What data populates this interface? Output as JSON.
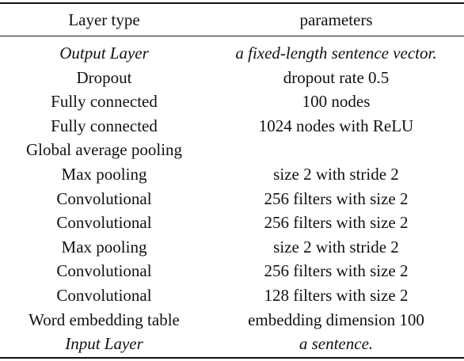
{
  "table": {
    "headers": [
      "Layer type",
      "parameters"
    ],
    "rows": [
      {
        "layer": "Output Layer",
        "params": "a fixed-length sentence vector.",
        "italic": true
      },
      {
        "layer": "Dropout",
        "params": "dropout rate 0.5",
        "italic": false
      },
      {
        "layer": "Fully connected",
        "params": "100 nodes",
        "italic": false
      },
      {
        "layer": "Fully connected",
        "params": "1024 nodes with ReLU",
        "italic": false
      },
      {
        "layer": "Global average pooling",
        "params": "",
        "italic": false
      },
      {
        "layer": "Max pooling",
        "params": "size 2 with stride 2",
        "italic": false
      },
      {
        "layer": "Convolutional",
        "params": "256 filters with size 2",
        "italic": false
      },
      {
        "layer": "Convolutional",
        "params": "256 filters with size 2",
        "italic": false
      },
      {
        "layer": "Max pooling",
        "params": "size 2 with stride 2",
        "italic": false
      },
      {
        "layer": "Convolutional",
        "params": "256 filters with size 2",
        "italic": false
      },
      {
        "layer": "Convolutional",
        "params": "128 filters with size 2",
        "italic": false
      },
      {
        "layer": "Word embedding table",
        "params": "embedding dimension 100",
        "italic": false
      },
      {
        "layer": "Input Layer",
        "params": "a sentence.",
        "italic": true
      }
    ]
  }
}
